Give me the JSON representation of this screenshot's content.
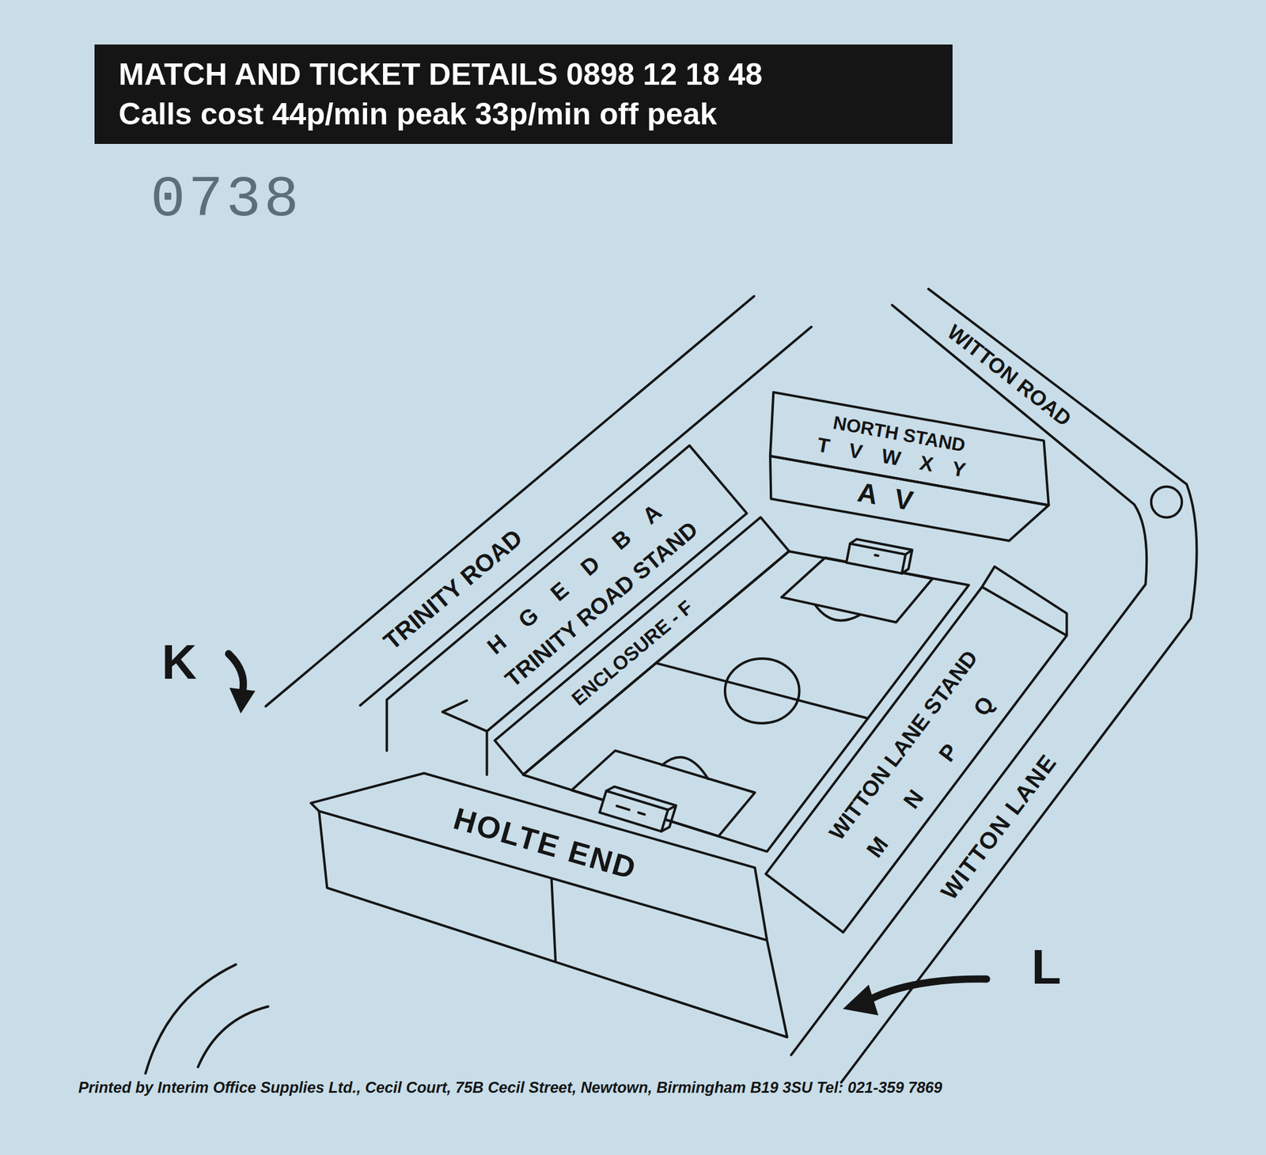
{
  "diagram": {
    "nodes": [
      {
        "text": [
          "MATCH AND TICKET DETAILS 0898 12 18 48",
          "Calls cost 44p/min peak 33p/min off peak"
        ]
      },
      {
        "text": [
          "H G E D B A",
          "TRINITY ROAD STAND"
        ]
      },
      {
        "text": [
          "ENCLOSURE - F"
        ]
      },
      {
        "text": [
          "NORTH STAND",
          "T V W X Y",
          "A V"
        ]
      },
      {
        "text": [
          "WITTON LANE STAND",
          "M N P Q"
        ]
      },
      {
        "text": [
          "HOLTE END"
        ]
      }
    ],
    "labels": [
      "0738",
      "TRINITY ROAD",
      "WITTON ROAD",
      "WITTON LANE",
      "K",
      "L",
      "Printed by Interim Office Supplies Ltd., Cecil Court, 75B Cecil Street, Newtown, Birmingham B19 3SU Tel: 021-359 7869"
    ]
  }
}
